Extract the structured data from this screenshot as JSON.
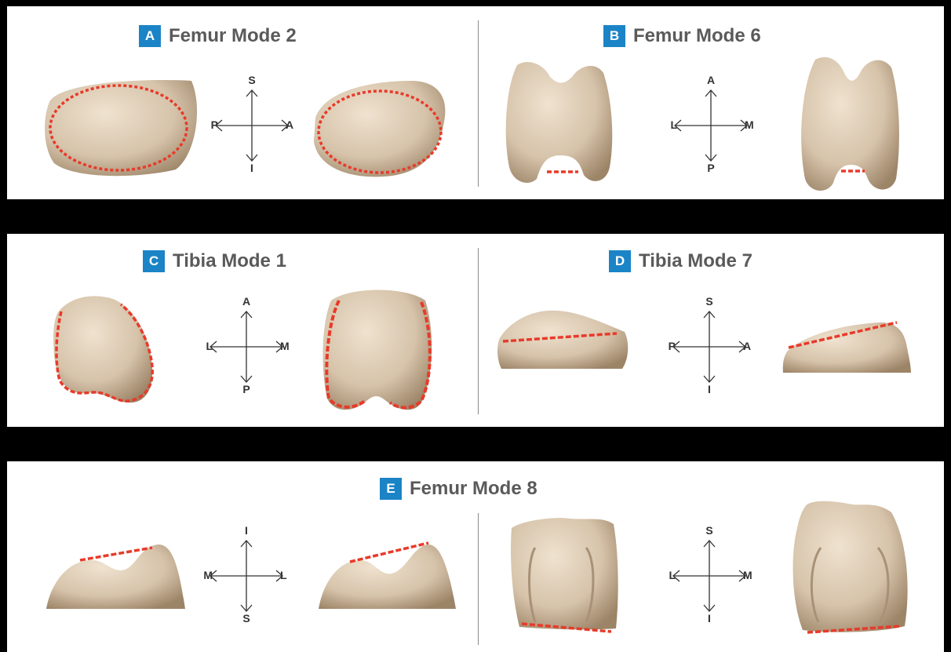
{
  "panels": [
    {
      "badge": "A",
      "title": "Femur Mode 2",
      "compass": {
        "top": "S",
        "bottom": "I",
        "left": "P",
        "right": "A"
      }
    },
    {
      "badge": "B",
      "title": "Femur Mode 6",
      "compass": {
        "top": "A",
        "bottom": "P",
        "left": "L",
        "right": "M"
      }
    },
    {
      "badge": "C",
      "title": "Tibia Mode 1",
      "compass": {
        "top": "A",
        "bottom": "P",
        "left": "L",
        "right": "M"
      }
    },
    {
      "badge": "D",
      "title": "Tibia Mode 7",
      "compass": {
        "top": "S",
        "bottom": "I",
        "left": "P",
        "right": "A"
      }
    },
    {
      "badge": "E",
      "title": "Femur Mode 8",
      "compass_left": {
        "top": "I",
        "bottom": "S",
        "left": "M",
        "right": "L"
      },
      "compass_right": {
        "top": "S",
        "bottom": "I",
        "left": "L",
        "right": "M"
      }
    }
  ],
  "colors": {
    "badge": "#1b84c6",
    "bone": "#d9c7b0",
    "bone_shadow": "#a89176",
    "outline": "#e83a2a",
    "background": "#000000"
  }
}
